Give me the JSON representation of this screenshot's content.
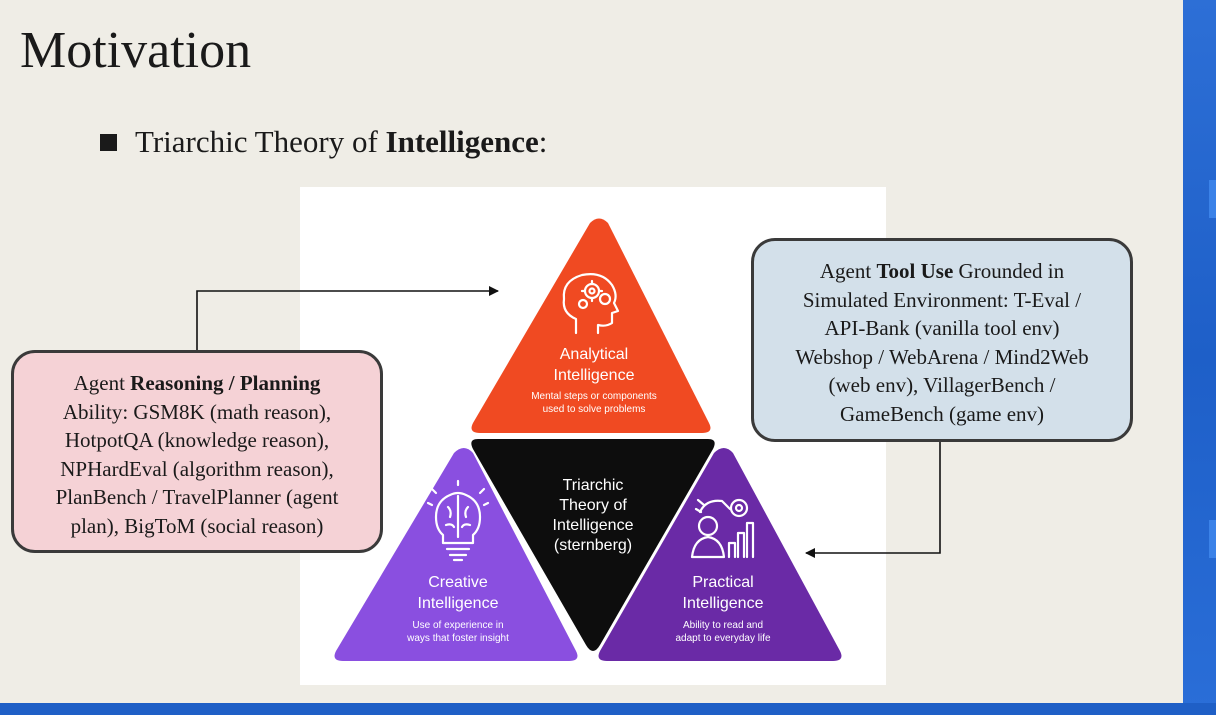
{
  "slide": {
    "title": "Motivation",
    "bullet": {
      "prefix": "Triarchic Theory of ",
      "emphasis": "Intelligence",
      "suffix": ":"
    }
  },
  "diagram": {
    "center": {
      "lines": [
        "Triarchic",
        "Theory of",
        "Intelligence",
        "(sternberg)"
      ]
    },
    "analytical": {
      "title_lines": [
        "Analytical",
        "Intelligence"
      ],
      "desc_lines": [
        "Mental steps or components",
        "used to solve problems"
      ],
      "color": "#f04a22",
      "icon": "head-gears-icon"
    },
    "creative": {
      "title_lines": [
        "Creative",
        "Intelligence"
      ],
      "desc_lines": [
        "Use of experience in",
        "ways that foster insight"
      ],
      "color": "#8a4fe0",
      "icon": "brain-bulb-icon"
    },
    "practical": {
      "title_lines": [
        "Practical",
        "Intelligence"
      ],
      "desc_lines": [
        "Ability to read and",
        "adapt to everyday life"
      ],
      "color": "#6a2aa6",
      "icon": "person-chart-icon"
    }
  },
  "left_box": {
    "line1_pre": "Agent ",
    "line1_bold": "Reasoning / Planning",
    "lines": [
      "Ability: GSM8K (math reason),",
      "HotpotQA (knowledge reason),",
      "NPHardEval (algorithm reason),",
      "PlanBench / TravelPlanner (agent",
      "plan), BigToM (social reason)"
    ],
    "color": "#f5d2d6"
  },
  "right_box": {
    "line1_pre": "Agent ",
    "line1_bold": "Tool Use",
    "line1_post": " Grounded in",
    "lines": [
      "Simulated Environment: T-Eval /",
      "API-Bank (vanilla tool env)",
      "Webshop / WebArena / Mind2Web",
      "(web env), VillagerBench /",
      "GameBench (game env)"
    ],
    "color": "#d3e0ea"
  }
}
